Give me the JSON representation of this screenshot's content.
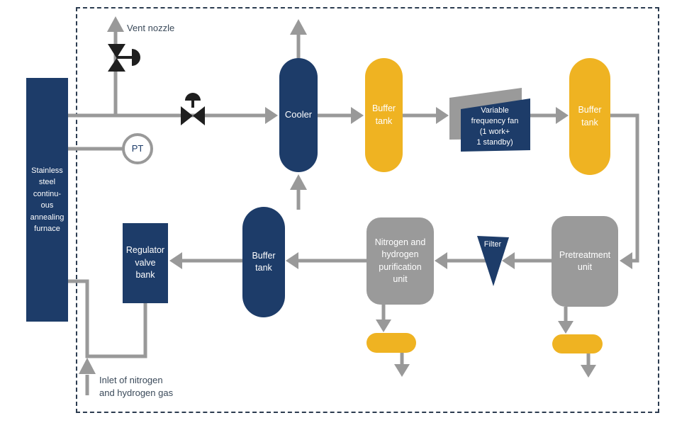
{
  "colors": {
    "navy": "#1d3c69",
    "yellow": "#efb322",
    "gray": "#9a9a9a",
    "pipe": "#999999",
    "black": "#1f1f1f",
    "dash": "#2c3c50",
    "label": "#3b4a5a",
    "white": "#ffffff"
  },
  "nodes": {
    "furnace": "Stainless\nsteel\ncontinu-\nous\nannealing\nfurnace",
    "cooler": "Cooler",
    "buffer_tank_top_1": "Buffer\ntank",
    "fan": "Variable\nfrequency fan\n(1 work+\n1 standby)",
    "buffer_tank_top_2": "Buffer\ntank",
    "pretreatment": "Pretreatment\nunit",
    "filter": "Filter",
    "purification": "Nitrogen and\nhydrogen\npurification\nunit",
    "buffer_tank_mid": "Buffer\ntank",
    "regulator": "Regulator\nvalve\nbank",
    "pt_gauge": "PT"
  },
  "labels": {
    "vent_nozzle": "Vent nozzle",
    "inlet": "Inlet of nitrogen\nand hydrogen gas"
  }
}
